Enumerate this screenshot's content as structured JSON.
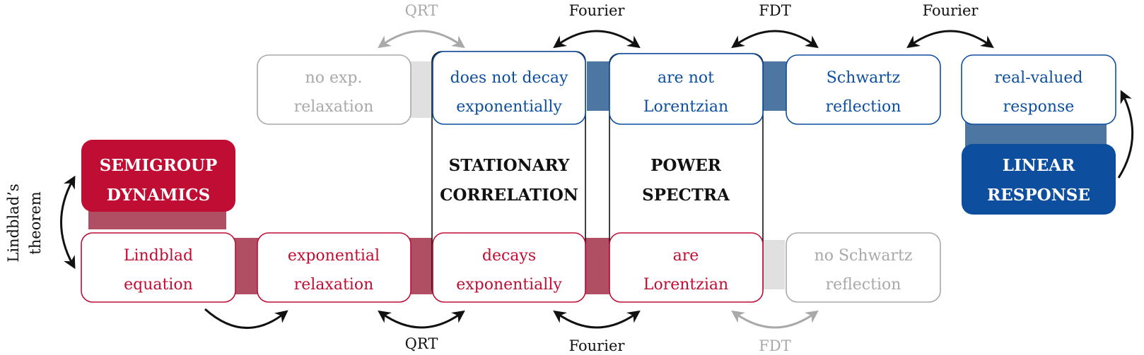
{
  "colors": {
    "red": "#c00d33",
    "red_connector": "#b04f63",
    "blue": "#0d4f9e",
    "blue_connector": "#4e76a2",
    "gray": "#a9a9a9",
    "gray_connector": "#e0e0e0",
    "black": "#111111"
  },
  "headers": {
    "semigroup": [
      "SEMIGROUP",
      "DYNAMICS"
    ],
    "stationary": [
      "STATIONARY",
      "CORRELATION"
    ],
    "power": [
      "POWER",
      "SPECTRA"
    ],
    "linear": [
      "LINEAR",
      "RESPONSE"
    ]
  },
  "top_row": {
    "no_exp": [
      "no exp.",
      "relaxation"
    ],
    "no_decay": [
      "does not decay",
      "exponentially"
    ],
    "not_lorentzian": [
      "are not",
      "Lorentzian"
    ],
    "schwartz": [
      "Schwartz",
      "reflection"
    ],
    "real_valued": [
      "real-valued",
      "response"
    ]
  },
  "bottom_row": {
    "lindblad": [
      "Lindblad",
      "equation"
    ],
    "exp_relax": [
      "exponential",
      "relaxation"
    ],
    "decays": [
      "decays",
      "exponentially"
    ],
    "lorentzian": [
      "are",
      "Lorentzian"
    ],
    "no_schwartz": [
      "no Schwartz",
      "reflection"
    ]
  },
  "labels": {
    "top": [
      "QRT",
      "Fourier",
      "FDT",
      "Fourier"
    ],
    "bottom": [
      "QRT",
      "Fourier",
      "FDT"
    ],
    "lindblad_theorem": [
      "Lindblad’s",
      "theorem"
    ]
  }
}
